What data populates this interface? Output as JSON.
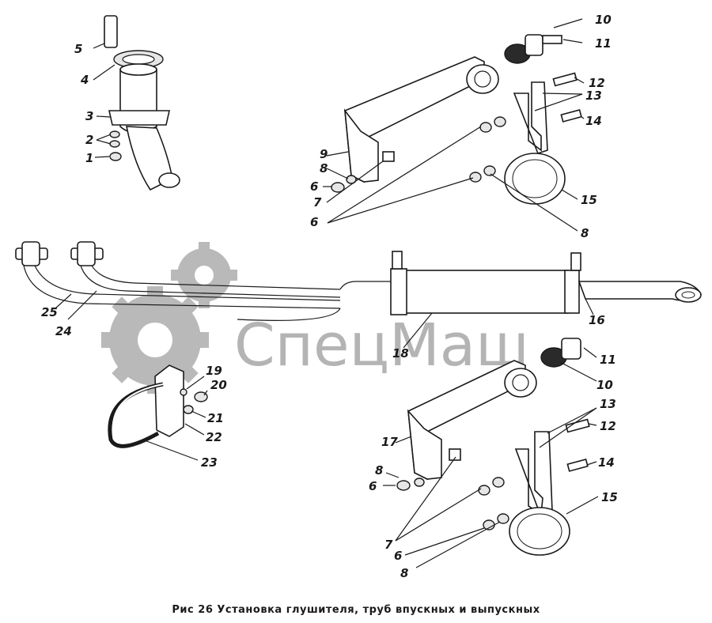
{
  "figure": {
    "caption": "Рис 26 Установка глушителя, труб впускных и выпускных"
  },
  "watermark": {
    "text": "СпецМаш",
    "color": "#b4b4b4"
  },
  "callouts": {
    "top_left": [
      "1",
      "2",
      "3",
      "4",
      "5"
    ],
    "top_right": [
      "6",
      "6",
      "7",
      "8",
      "8",
      "9",
      "10",
      "11",
      "12",
      "13",
      "14",
      "15"
    ],
    "middle": [
      "16",
      "18",
      "24",
      "25"
    ],
    "bottom_left": [
      "19",
      "20",
      "21",
      "22",
      "23"
    ],
    "bottom_right": [
      "6",
      "6",
      "7",
      "8",
      "8",
      "10",
      "11",
      "12",
      "13",
      "14",
      "15",
      "17"
    ]
  }
}
